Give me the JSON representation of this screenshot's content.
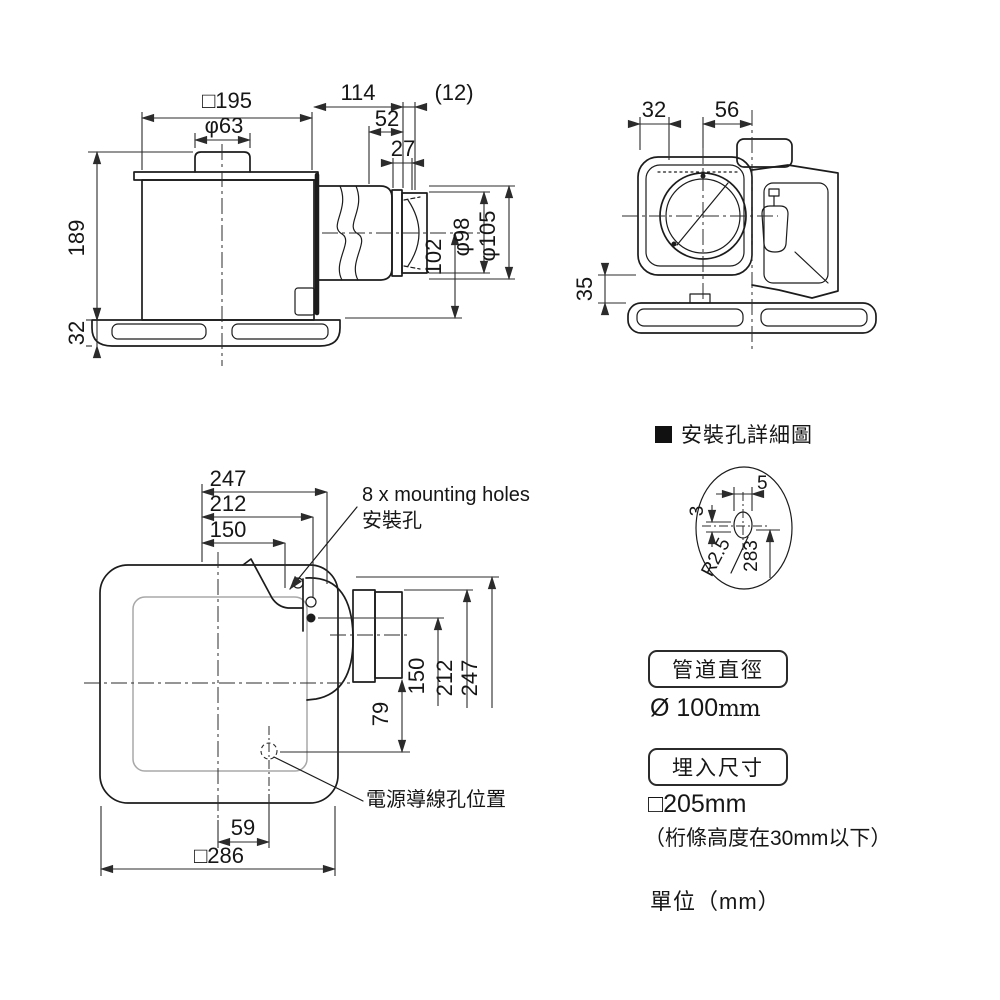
{
  "colors": {
    "ink": "#1c1c1c",
    "dim_line": "#2b2b2b",
    "light_gray": "#a8a8a8"
  },
  "side_view": {
    "dims": {
      "body_width": "□195",
      "collar_diameter": "φ63",
      "depth_total": "114",
      "depth_extra": "(12)",
      "adapter_length": "52",
      "pipe_length": "27",
      "body_height": "189",
      "panel_height": "32",
      "center_to_panel": "102",
      "duct_diameter": "φ98",
      "flange_diameter": "φ105"
    }
  },
  "rear_view": {
    "dims": {
      "side_offset": "32",
      "center_offset": "56",
      "panel_gap": "35"
    }
  },
  "bottom_view": {
    "dims": {
      "holes_x_247": "247",
      "holes_x_212": "212",
      "holes_x_150": "150",
      "holes_y_150": "150",
      "holes_y_212": "212",
      "holes_y_247": "247",
      "pipe_to_cord": "79",
      "cord_offset": "59",
      "panel_width": "□286"
    },
    "labels": {
      "mounting_holes_en": "8 x mounting holes",
      "mounting_holes_zh": "安裝孔",
      "cord_hole_zh": "電源導線孔位置"
    }
  },
  "hole_detail": {
    "marker": "■",
    "title": "安裝孔詳細圖",
    "dims": {
      "slot_width": "5",
      "slot_straight": "3",
      "corner_radius": "R2.5",
      "hole_pitch": "283"
    }
  },
  "specs": {
    "duct": {
      "label": "管道直徑",
      "value": "Ø 100",
      "unit": "mm"
    },
    "embed": {
      "label": "埋入尺寸",
      "value": "□205mm",
      "note": "（桁條高度在30mm以下）"
    },
    "unit_note": "單位（mm）"
  }
}
